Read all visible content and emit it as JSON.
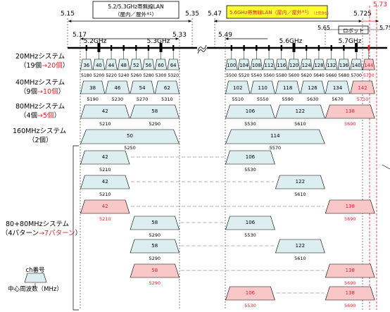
{
  "top_freq_labels": [
    {
      "text": "5.15",
      "red": false
    },
    {
      "text": "5.35",
      "red": false
    },
    {
      "text": "5.47",
      "red": false
    },
    {
      "text": "5.725",
      "red": false
    },
    {
      "text": "5.73",
      "red": true
    },
    {
      "text": "5.17",
      "red": false
    },
    {
      "text": "5.33",
      "red": false
    },
    {
      "text": "5.49",
      "red": false
    },
    {
      "text": "5.65",
      "red": false
    },
    {
      "text": "5.75",
      "red": false
    }
  ],
  "band_boxes": {
    "lower": {
      "line1": "5.2/5.3GHz帯無線LAN",
      "line2": "（屋内／屋外",
      "sup": "※1",
      "close": "）"
    },
    "upper": {
      "line1": "5.6GHz帯無線LAN（屋内／屋外",
      "sup1": "※1",
      "close": "）",
      "note": "（上空含む）"
    },
    "robot": "ロボット"
  },
  "ghz_labels": [
    "5.2GHz",
    "5.3GHz",
    "5.6GHz",
    "5.7GHz"
  ],
  "left_labels": {
    "s20": {
      "name": "20MHzシステム",
      "paren_open": "（19個",
      "arrow": "→",
      "new": "20個",
      "paren_close": "）"
    },
    "s40": {
      "name": "40MHzシステム",
      "paren_open": "（9個",
      "arrow": "→",
      "new": "10個",
      "paren_close": "）"
    },
    "s80": {
      "name": "80MHzシステム",
      "paren_open": "（4個",
      "arrow": "→",
      "new": "5個",
      "paren_close": "）"
    },
    "s160": {
      "name": "160MHzシステム",
      "paren": "（2個）"
    },
    "s8080": {
      "name": "80+80MHzシステム",
      "paren_open": "（4パターン",
      "arrow": "→",
      "new": "7パターン",
      "paren_close": "）"
    }
  },
  "ch20": [
    "36",
    "40",
    "44",
    "48",
    "52",
    "56",
    "60",
    "64",
    "100",
    "104",
    "108",
    "112",
    "116",
    "120",
    "124",
    "128",
    "132",
    "136",
    "140",
    "144"
  ],
  "freq20": [
    "5180",
    "5200",
    "5220",
    "5240",
    "5260",
    "5280",
    "5300",
    "5320",
    "5500",
    "5520",
    "5540",
    "5560",
    "5580",
    "5600",
    "5620",
    "5640",
    "5660",
    "5680",
    "5700",
    "5720"
  ],
  "ch40": [
    "38",
    "46",
    "54",
    "62",
    "102",
    "110",
    "118",
    "126",
    "134",
    "142"
  ],
  "freq40": [
    "5190",
    "5230",
    "5270",
    "5310",
    "5510",
    "5550",
    "5590",
    "5630",
    "5670",
    "5710"
  ],
  "ch80": [
    "42",
    "58",
    "106",
    "122",
    "138"
  ],
  "freq80": [
    "5210",
    "5290",
    "5530",
    "5610",
    "5690"
  ],
  "ch160": [
    "50",
    "114"
  ],
  "freq160": [
    "5250",
    "5570"
  ],
  "pairs": [
    {
      "a_ch": "42",
      "a_f": "5210",
      "b_ch": "106",
      "b_f": "5530"
    },
    {
      "a_ch": "42",
      "a_f": "5210",
      "b_ch": "122",
      "b_f": "5610"
    },
    {
      "a_ch": "42",
      "a_f": "5210",
      "b_ch": "138",
      "b_f": "5690"
    },
    {
      "a_ch": "58",
      "a_f": "5290",
      "b_ch": "106",
      "b_f": "5530"
    },
    {
      "a_ch": "58",
      "a_f": "5290",
      "b_ch": "122",
      "b_f": "5610"
    },
    {
      "a_ch": "58",
      "a_f": "5290",
      "b_ch": "138",
      "b_f": "5690"
    },
    {
      "a_ch": "106",
      "a_f": "5530",
      "b_ch": "138",
      "b_f": "5690"
    }
  ],
  "legend": {
    "ch": "ch番号",
    "center": "中心周波数（MHz）"
  },
  "colors": {
    "normal_fill": "#ddeef0",
    "new_fill": "#f8c8c8",
    "red": "#e8202a",
    "yellow": "#ffff33",
    "line": "#000000"
  }
}
